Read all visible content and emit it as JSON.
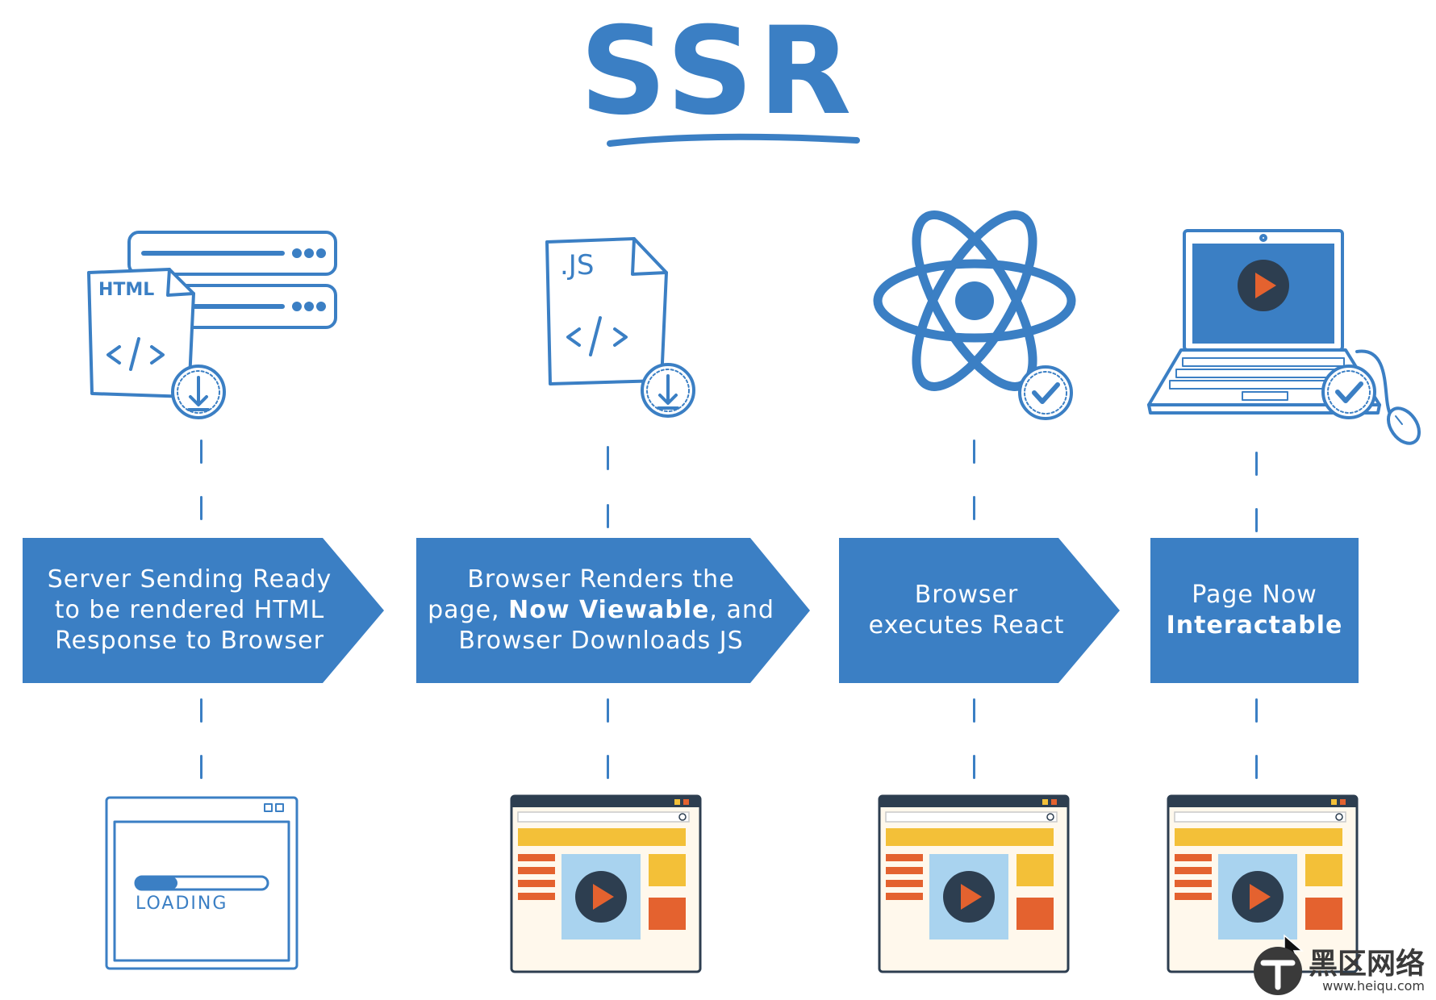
{
  "title": "SSR",
  "colors": {
    "primary": "#3b7fc4",
    "primary_dark": "#2f6eb0",
    "yellow": "#f3c038",
    "orange": "#e4622f",
    "light_blue": "#a9d3ef",
    "dark": "#2d3e50"
  },
  "steps": [
    {
      "line1": "Server Sending Ready",
      "line2": "to be rendered HTML",
      "line3": "Response to Browser",
      "icon": "html-file-download-icon"
    },
    {
      "line1": "Browser Renders the",
      "line2_pre": "page, ",
      "line2_bold": "Now Viewable",
      "line2_post": ", and",
      "line3": "Browser Downloads JS",
      "icon": "js-file-download-icon"
    },
    {
      "line1": "Browser",
      "line2": "executes React",
      "icon": "react-atom-check-icon"
    },
    {
      "line1": "Page Now",
      "line2_bold": "Interactable",
      "icon": "laptop-check-icon"
    }
  ],
  "file_labels": {
    "html": "HTML",
    "js": ".JS"
  },
  "loading_label": "LOADING",
  "watermark": {
    "name": "黑区网络",
    "url": "www.heiqu.com"
  }
}
